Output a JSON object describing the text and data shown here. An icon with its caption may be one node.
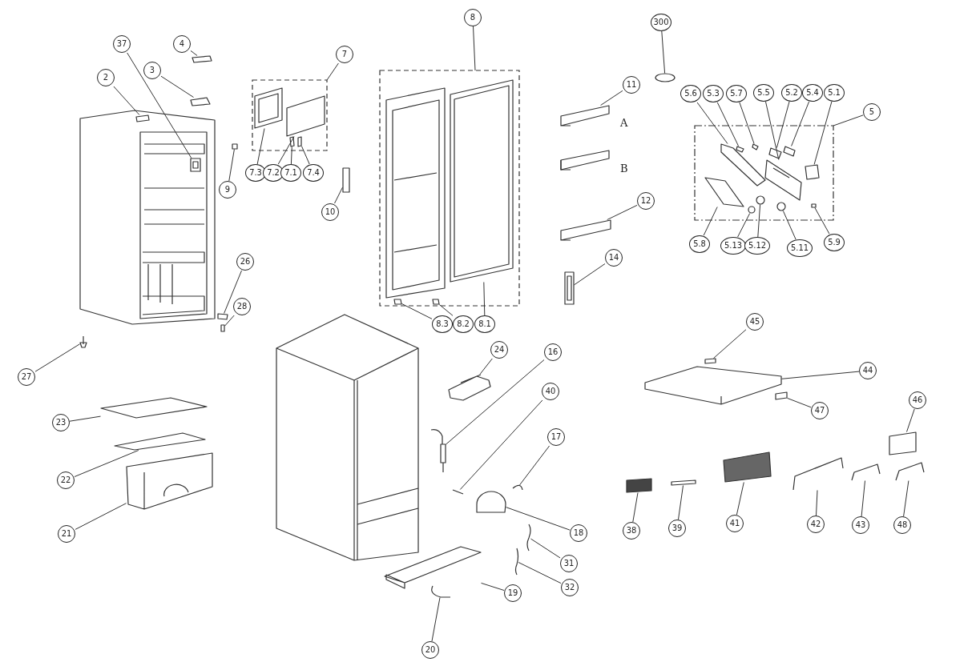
{
  "diagram": {
    "nodes": [
      {
        "text": [
          "8"
        ]
      },
      {
        "text": [
          "300"
        ]
      },
      {
        "text": [
          "4"
        ]
      },
      {
        "text": [
          "7"
        ]
      },
      {
        "text": [
          "37"
        ]
      },
      {
        "text": [
          "2"
        ]
      },
      {
        "text": [
          "3"
        ]
      },
      {
        "text": [
          "11"
        ]
      },
      {
        "text": [
          "5.6"
        ]
      },
      {
        "text": [
          "5.3"
        ]
      },
      {
        "text": [
          "5.7"
        ]
      },
      {
        "text": [
          "5.5"
        ]
      },
      {
        "text": [
          "5.2"
        ]
      },
      {
        "text": [
          "5.4"
        ]
      },
      {
        "text": [
          "5.1"
        ]
      },
      {
        "text": [
          "5"
        ]
      },
      {
        "text": [
          "7.3"
        ]
      },
      {
        "text": [
          "7.2"
        ]
      },
      {
        "text": [
          "7.1"
        ]
      },
      {
        "text": [
          "7.4"
        ]
      },
      {
        "text": [
          "9"
        ]
      },
      {
        "text": [
          "10"
        ]
      },
      {
        "text": [
          "12"
        ]
      },
      {
        "text": [
          "5.8"
        ]
      },
      {
        "text": [
          "5.13"
        ]
      },
      {
        "text": [
          "5.12"
        ]
      },
      {
        "text": [
          "5.11"
        ]
      },
      {
        "text": [
          "5.9"
        ]
      },
      {
        "text": [
          "14"
        ]
      },
      {
        "text": [
          "26"
        ]
      },
      {
        "text": [
          "28"
        ]
      },
      {
        "text": [
          "8.3"
        ]
      },
      {
        "text": [
          "8.2"
        ]
      },
      {
        "text": [
          "8.1"
        ]
      },
      {
        "text": [
          "27"
        ]
      },
      {
        "text": [
          "45"
        ]
      },
      {
        "text": [
          "16"
        ]
      },
      {
        "text": [
          "24"
        ]
      },
      {
        "text": [
          "44"
        ]
      },
      {
        "text": [
          "40"
        ]
      },
      {
        "text": [
          "47"
        ]
      },
      {
        "text": [
          "46"
        ]
      },
      {
        "text": [
          "23"
        ]
      },
      {
        "text": [
          "17"
        ]
      },
      {
        "text": [
          "22"
        ]
      },
      {
        "text": [
          "18"
        ]
      },
      {
        "text": [
          "21"
        ]
      },
      {
        "text": [
          "38"
        ]
      },
      {
        "text": [
          "39"
        ]
      },
      {
        "text": [
          "41"
        ]
      },
      {
        "text": [
          "42"
        ]
      },
      {
        "text": [
          "43"
        ]
      },
      {
        "text": [
          "48"
        ]
      },
      {
        "text": [
          "31"
        ]
      },
      {
        "text": [
          "32"
        ]
      },
      {
        "text": [
          "19"
        ]
      },
      {
        "text": [
          "20"
        ]
      },
      {
        "text": [],
        "shape": "box"
      },
      {
        "text": [],
        "shape": "box"
      },
      {
        "text": [],
        "shape": "box"
      },
      {
        "text": [],
        "shape": "circle"
      },
      {
        "text": [],
        "shape": "box"
      },
      {
        "text": [],
        "shape": "picture"
      },
      {
        "text": [],
        "shape": "box"
      },
      {
        "text": [],
        "shape": "picture"
      },
      {
        "text": [],
        "shape": "picture"
      },
      {
        "text": [],
        "shape": "picture",
        "in": 59
      },
      {
        "text": [],
        "shape": "box",
        "in": 59
      },
      {
        "text": [],
        "shape": "box",
        "in": 59
      },
      {
        "text": [],
        "shape": "picture",
        "in": 59
      },
      {
        "text": [],
        "shape": "picture",
        "in": 59
      },
      {
        "text": [],
        "shape": "box",
        "in": 59
      },
      {
        "text": [],
        "shape": "box",
        "in": 59
      },
      {
        "text": [],
        "shape": "picture",
        "in": 57
      },
      {
        "text": [],
        "shape": "box",
        "in": 57
      },
      {
        "text": [],
        "shape": "box",
        "in": 57
      },
      {
        "text": [],
        "shape": "box",
        "in": 57
      },
      {
        "text": [],
        "shape": "box"
      },
      {
        "text": [],
        "shape": "box"
      },
      {
        "text": [],
        "shape": "picture"
      },
      {
        "text": [],
        "shape": "picture",
        "in": 59
      },
      {
        "text": [],
        "shape": "picture",
        "in": 59
      },
      {
        "text": [],
        "shape": "picture",
        "in": 59
      },
      {
        "text": [],
        "shape": "picture",
        "in": 59
      },
      {
        "text": [],
        "shape": "box",
        "in": 59
      },
      {
        "text": [],
        "shape": "picture"
      },
      {
        "text": [],
        "shape": "box"
      },
      {
        "text": [],
        "shape": "box"
      },
      {
        "text": [],
        "shape": "box",
        "in": 58
      },
      {
        "text": [],
        "shape": "box",
        "in": 58
      },
      {
        "text": [],
        "shape": "picture",
        "in": 58
      },
      {
        "text": [],
        "shape": "picture"
      },
      {
        "text": [],
        "shape": "box"
      },
      {
        "text": [],
        "shape": "picture"
      },
      {
        "text": [],
        "shape": "picture"
      },
      {
        "text": [],
        "shape": "picture"
      },
      {
        "text": [],
        "shape": "picture"
      },
      {
        "text": [],
        "shape": "box"
      },
      {
        "text": [],
        "shape": "box"
      },
      {
        "text": [],
        "shape": "picture"
      },
      {
        "text": [],
        "shape": "picture"
      },
      {
        "text": [],
        "shape": "picture"
      },
      {
        "text": [],
        "shape": "picture"
      },
      {
        "text": [],
        "shape": "picture"
      },
      {
        "text": [],
        "shape": "box"
      },
      {
        "text": [],
        "shape": "box"
      },
      {
        "text": [],
        "shape": "box"
      },
      {
        "text": [],
        "shape": "picture"
      },
      {
        "text": [],
        "shape": "picture"
      },
      {
        "text": [],
        "shape": "picture"
      },
      {
        "text": [],
        "shape": "picture"
      },
      {
        "text": [],
        "shape": "picture"
      },
      {
        "text": [],
        "shape": "picture"
      },
      {
        "text": [],
        "shape": "picture"
      }
    ],
    "edges": [
      {
        "from": 0,
        "to": 58,
        "arrow": "none"
      },
      {
        "from": 1,
        "to": 60,
        "arrow": "none"
      },
      {
        "from": 2,
        "to": 61,
        "arrow": "none"
      },
      {
        "from": 3,
        "to": 57,
        "arrow": "none"
      },
      {
        "from": 4,
        "to": 62,
        "arrow": "none"
      },
      {
        "from": 5,
        "to": 63,
        "arrow": "none"
      },
      {
        "from": 6,
        "to": 64,
        "arrow": "none"
      },
      {
        "from": 7,
        "to": 65,
        "arrow": "none"
      },
      {
        "from": 8,
        "to": 66,
        "arrow": "none"
      },
      {
        "from": 9,
        "to": 67,
        "arrow": "none"
      },
      {
        "from": 10,
        "to": 68,
        "arrow": "none"
      },
      {
        "from": 11,
        "to": 69,
        "arrow": "none"
      },
      {
        "from": 12,
        "to": 70,
        "arrow": "none"
      },
      {
        "from": 13,
        "to": 71,
        "arrow": "none"
      },
      {
        "from": 14,
        "to": 72,
        "arrow": "none"
      },
      {
        "from": 15,
        "to": 59,
        "arrow": "none"
      },
      {
        "from": 16,
        "to": 73,
        "arrow": "none"
      },
      {
        "from": 17,
        "to": 74,
        "arrow": "none"
      },
      {
        "from": 18,
        "to": 75,
        "arrow": "none"
      },
      {
        "from": 19,
        "to": 76,
        "arrow": "none"
      },
      {
        "from": 20,
        "to": 77,
        "arrow": "none"
      },
      {
        "from": 21,
        "to": 78,
        "arrow": "none"
      },
      {
        "from": 22,
        "to": 79,
        "arrow": "none"
      },
      {
        "from": 23,
        "to": 80,
        "arrow": "none"
      },
      {
        "from": 24,
        "to": 81,
        "arrow": "none"
      },
      {
        "from": 25,
        "to": 82,
        "arrow": "none"
      },
      {
        "from": 26,
        "to": 83,
        "arrow": "none"
      },
      {
        "from": 27,
        "to": 84,
        "arrow": "none"
      },
      {
        "from": 28,
        "to": 85,
        "arrow": "none"
      },
      {
        "from": 29,
        "to": 86,
        "arrow": "none"
      },
      {
        "from": 30,
        "to": 87,
        "arrow": "none"
      },
      {
        "from": 31,
        "to": 88,
        "arrow": "none"
      },
      {
        "from": 32,
        "to": 89,
        "arrow": "none"
      },
      {
        "from": 33,
        "to": 90,
        "arrow": "none"
      },
      {
        "from": 34,
        "to": 91,
        "arrow": "none"
      },
      {
        "from": 35,
        "to": 92,
        "arrow": "none"
      },
      {
        "from": 36,
        "to": 93,
        "arrow": "none"
      },
      {
        "from": 37,
        "to": 94,
        "arrow": "none"
      },
      {
        "from": 38,
        "to": 95,
        "arrow": "none"
      },
      {
        "from": 39,
        "to": 96,
        "arrow": "none"
      },
      {
        "from": 40,
        "to": 97,
        "arrow": "none"
      },
      {
        "from": 41,
        "to": 98,
        "arrow": "none"
      },
      {
        "from": 42,
        "to": 99,
        "arrow": "none"
      },
      {
        "from": 43,
        "to": 100,
        "arrow": "none"
      },
      {
        "from": 44,
        "to": 101,
        "arrow": "none"
      },
      {
        "from": 45,
        "to": 102,
        "arrow": "none"
      },
      {
        "from": 46,
        "to": 103,
        "arrow": "none"
      },
      {
        "from": 47,
        "to": 104,
        "arrow": "none"
      },
      {
        "from": 48,
        "to": 105,
        "arrow": "none"
      },
      {
        "from": 49,
        "to": 106,
        "arrow": "none"
      },
      {
        "from": 50,
        "to": 107,
        "arrow": "none"
      },
      {
        "from": 51,
        "to": 108,
        "arrow": "none"
      },
      {
        "from": 52,
        "to": 109,
        "arrow": "none"
      },
      {
        "from": 53,
        "to": 110,
        "arrow": "none"
      },
      {
        "from": 54,
        "to": 111,
        "arrow": "none"
      },
      {
        "from": 55,
        "to": 112,
        "arrow": "none"
      },
      {
        "from": 56,
        "to": 113,
        "arrow": "none"
      }
    ],
    "labels": [
      "A",
      "B"
    ]
  }
}
